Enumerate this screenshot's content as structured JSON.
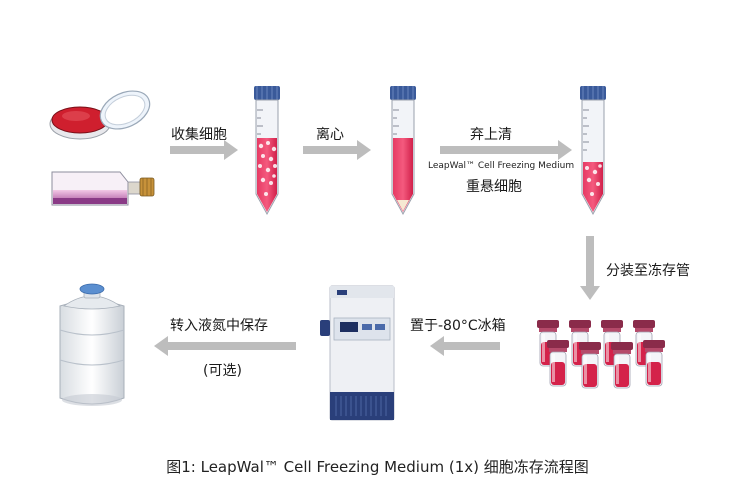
{
  "steps": {
    "collect": "收集细胞",
    "centrifuge": "离心",
    "discard": "弃上清",
    "medium_name": "LeapWal™ Cell Freezing Medium",
    "resuspend": "重悬细胞",
    "aliquot": "分装至冻存管",
    "freeze": "置于-80°C冰箱",
    "store": "转入液氮中保存",
    "optional": "(可选)"
  },
  "caption": "图1: LeapWal™ Cell Freezing Medium (1x) 细胞冻存流程图",
  "colors": {
    "arrow": "#bdbdbd",
    "medium_red": "#d4224a",
    "tube_cap": "#3a5a9a",
    "freezer_body": "#eef0f4",
    "freezer_base": "#2a3f7a",
    "dewar_cap": "#5b8fd0"
  }
}
